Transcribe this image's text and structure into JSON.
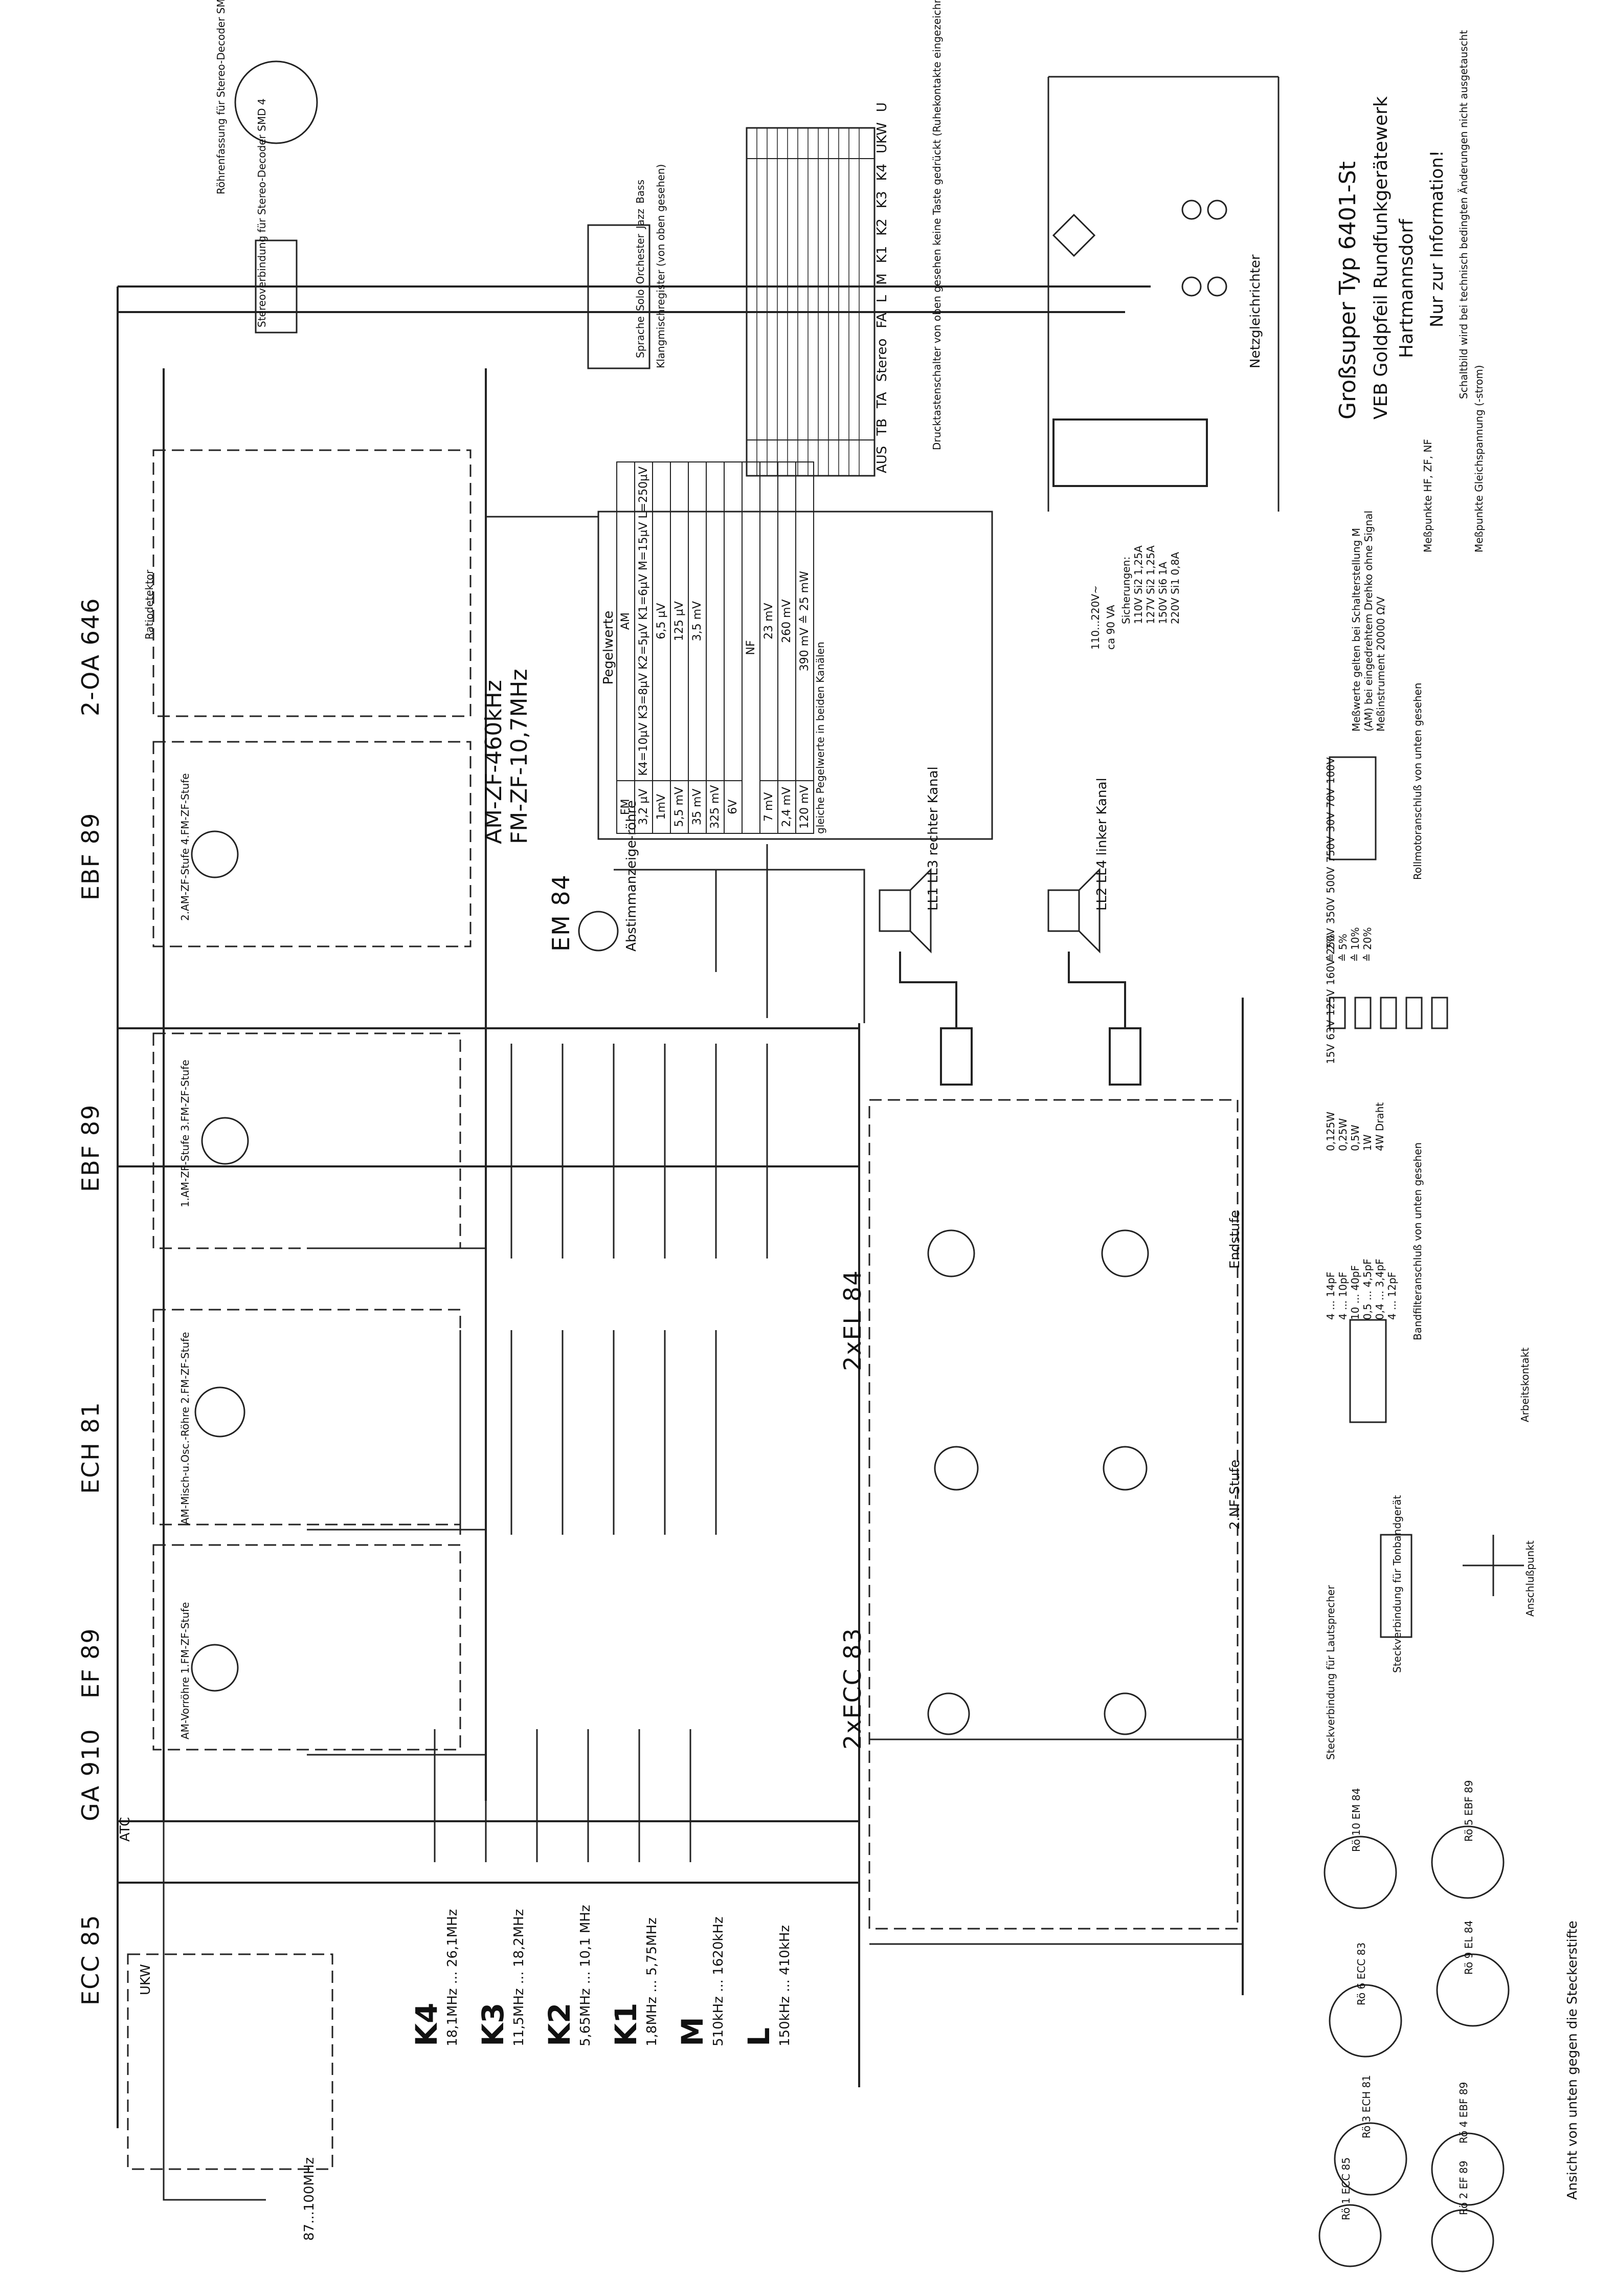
{
  "title_block": {
    "model": "Großsuper  Typ 6401-St",
    "maker": "VEB Goldpfeil Rundfunkgerätewerk",
    "place": "Hartmannsdorf",
    "note": "Nur zur Information!",
    "note2": "Schaltbild wird bei technisch bedingten Änderungen nicht ausgetauscht"
  },
  "tubes": [
    "ECC 85",
    "GA 910",
    "EF 89",
    "ECH 81",
    "EBF 89",
    "EBF 89",
    "2-OA 646",
    "EM 84",
    "2xECC 83",
    "2xEL 84"
  ],
  "tube_roles": {
    "em84": "Abstimmanzeige-röhre",
    "ecc83": "2.NF-Stufe",
    "el84": "Endstufe",
    "ech81": "AM-Misch-u.Osc.-Röhre 2.FM-ZF-Stufe",
    "ef89": "AM-Vorröhre 1.FM-ZF-Stufe",
    "ebf89a": "1.AM-ZF-Stufe 3.FM-ZF-Stufe",
    "ebf89b": "2.AM-ZF-Stufe 4.FM-ZF-Stufe",
    "ratio": "Ratiodetektor"
  },
  "if_notes": [
    "AM-ZF-460kHz",
    "FM-ZF-10,7MHz"
  ],
  "bands": [
    {
      "name": "K4",
      "range": "18,1MHz ... 26,1MHz"
    },
    {
      "name": "K3",
      "range": "11,5MHz ... 18,2MHz"
    },
    {
      "name": "K2",
      "range": "5,65MHz ... 10,1 MHz"
    },
    {
      "name": "K1",
      "range": "1,8MHz ... 5,75MHz"
    },
    {
      "name": "M",
      "range": "510kHz ... 1620kHz"
    },
    {
      "name": "L",
      "range": "150kHz ... 410kHz"
    }
  ],
  "ukw_label": "87...100MHz",
  "speakers": {
    "right": "LL1 LL3 rechter Kanal",
    "left": "LL2 LL4 linker Kanal"
  },
  "pegel": {
    "title": "Pegelwerte",
    "cols": [
      "FM",
      "AM"
    ],
    "rows": [
      [
        "3,2 µV",
        "K4=10µV  K3=8µV  K2=5µV  K1=6µV  M=15µV  L=250µV"
      ],
      [
        "1mV",
        "6,5 µV"
      ],
      [
        "5,5 mV",
        "125 µV"
      ],
      [
        "35 mV",
        "3,5 mV"
      ],
      [
        "325 mV",
        ""
      ],
      [
        "6V",
        ""
      ],
      [
        "7 mV",
        "23 mV"
      ],
      [
        "2,4 mV",
        "260 mV"
      ],
      [
        "120 mV",
        "390 mV ≙ 25 mW"
      ]
    ],
    "nf": "NF",
    "footer": "gleiche Pegelwerte in beiden Kanälen"
  },
  "drucktasten": {
    "caption": "Drucktastenschalter von oben gesehen keine Taste gedrückt (Ruhekontakte eingezeichnet)",
    "keys": [
      "AUS",
      "TB",
      "TA",
      "Stereo",
      "FA",
      "L",
      "M",
      "K1",
      "K2",
      "K3",
      "K4",
      "UKW",
      "U"
    ]
  },
  "klangregister": {
    "caption": "Klangmischregister (von oben gesehen)",
    "keys": [
      "Sprache",
      "Solo",
      "Orchester",
      "Jazz",
      "Bass"
    ]
  },
  "power": {
    "label": "Netzgleichrichter",
    "fuses_title": "Sicherungen:",
    "fuses": [
      "110V  Si2  1,25A",
      "127V  Si2  1,25A",
      "150V  Si6  1A",
      "220V  Si1  0,8A"
    ],
    "voltage": "110...220V~",
    "va": "ca 90 VA"
  },
  "legend": {
    "resistors": [
      "0,125W",
      "0,25W",
      "0,5W",
      "1W",
      "4W Draht"
    ],
    "tolerances": [
      "≙ 2%",
      "≙ 5%",
      "≙ 10%",
      "≙ 20%"
    ],
    "capacitors": [
      "4 ... 14pF",
      "4 ... 10pF",
      "10 ... 40pF",
      "0,5 ... 4,5pF",
      "0,4 ... 3,4pF",
      "4 ... 12pF"
    ],
    "voltages": [
      "15V",
      "63V",
      "125V",
      "160V",
      "250V",
      "350V",
      "500V",
      "750V",
      "30V",
      "70V",
      "100V"
    ],
    "measure_point_label": "Meßpunkte HF, ZF, NF",
    "measure_point_dc": "Meßpunkte Gleichspannung (-strom)",
    "meter_note": "Meßwerte gelten bei Schalterstellung M (AM) bei eingedrehtem Drehko ohne Signal Meßinstrument 20000 Ω/V",
    "connection": "Anschlußpunkt",
    "workpoint": "Arbeitskontakt"
  },
  "connectors": {
    "bandfilter": "Bandfilteranschluß von unten gesehen",
    "rollmotor": "Rollmotoranschluß von unten gesehen",
    "stereo": "Stereoverbindung für Stereo-Decoder SMD 4",
    "roehren": "Röhrenfassung für Stereo-Decoder SMD 4",
    "lautsprecher": "Steckverbindung für Lautsprecher",
    "tonband": "Steckverbindung für Tonbandgerät",
    "bottom": "Ansicht von unten gegen die Steckerstifte"
  },
  "tube_sockets": [
    {
      "name": "Rö 1",
      "type": "ECC 85"
    },
    {
      "name": "Rö 2",
      "type": "EF 89"
    },
    {
      "name": "Rö 3",
      "type": "ECH 81"
    },
    {
      "name": "Rö 4",
      "type": "EBF 89"
    },
    {
      "name": "Rö 6",
      "type": "ECC 83"
    },
    {
      "name": "Rö 9",
      "type": "EL 84"
    },
    {
      "name": "Rö 10",
      "type": "EM 84"
    },
    {
      "name": "Rö 5",
      "type": "EBF 89"
    }
  ],
  "misc": {
    "atc": "ATC",
    "ukw": "UKW",
    "drehko": "Drehko"
  }
}
